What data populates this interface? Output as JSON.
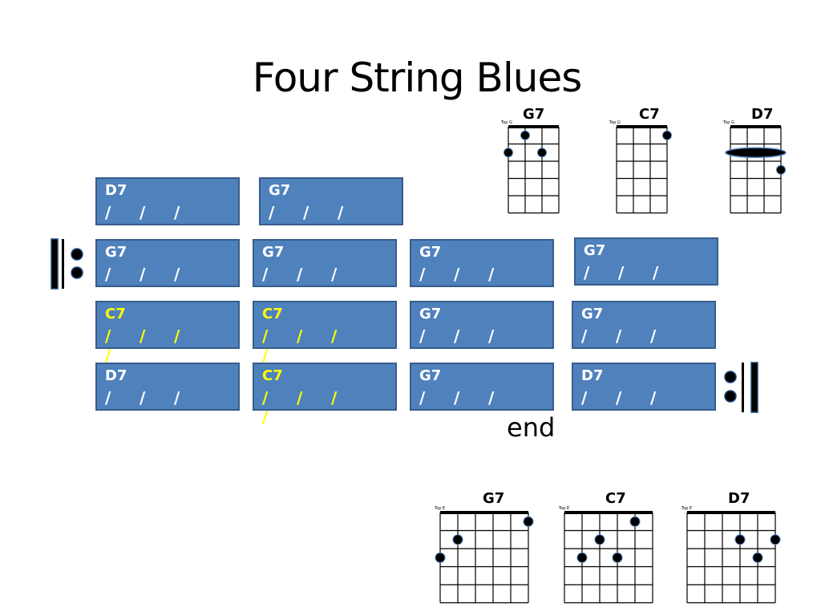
{
  "title": "Four String Blues",
  "end_label": "end",
  "slash": "/",
  "bars": [
    {
      "chord": "D7",
      "yellow": false
    },
    {
      "chord": "G7",
      "yellow": false
    },
    {
      "chord": "G7",
      "yellow": false
    },
    {
      "chord": "G7",
      "yellow": false
    },
    {
      "chord": "G7",
      "yellow": false
    },
    {
      "chord": "G7",
      "yellow": false
    },
    {
      "chord": "C7",
      "yellow": true
    },
    {
      "chord": "C7",
      "yellow": true
    },
    {
      "chord": "G7",
      "yellow": false
    },
    {
      "chord": "G7",
      "yellow": false
    },
    {
      "chord": "D7",
      "yellow": false
    },
    {
      "chord": "C7",
      "yellow": true
    },
    {
      "chord": "G7",
      "yellow": false
    },
    {
      "chord": "D7",
      "yellow": false
    }
  ],
  "ukulele": {
    "top_label": "Top G",
    "chords": [
      {
        "name": "G7",
        "dots": [
          [
            1,
            2
          ],
          [
            2,
            1
          ],
          [
            2,
            3
          ]
        ]
      },
      {
        "name": "C7",
        "dots": [
          [
            1,
            4
          ]
        ]
      },
      {
        "name": "D7",
        "barre": 2,
        "dots": [
          [
            3,
            4
          ]
        ]
      }
    ]
  },
  "guitar": {
    "top_label": "Top E",
    "chords": [
      {
        "name": "G7",
        "dots": [
          [
            1,
            6
          ],
          [
            2,
            2
          ],
          [
            3,
            1
          ]
        ]
      },
      {
        "name": "C7",
        "dots": [
          [
            1,
            5
          ],
          [
            2,
            3
          ],
          [
            3,
            2
          ],
          [
            3,
            4
          ]
        ]
      },
      {
        "name": "D7",
        "dots": [
          [
            2,
            4
          ],
          [
            2,
            6
          ],
          [
            3,
            5
          ]
        ]
      }
    ]
  },
  "colors": {
    "bar_fill": "#4f81bd",
    "bar_border": "#385d8a",
    "highlight_text": "#ffff00",
    "repeat_accent": "#1f497d"
  }
}
